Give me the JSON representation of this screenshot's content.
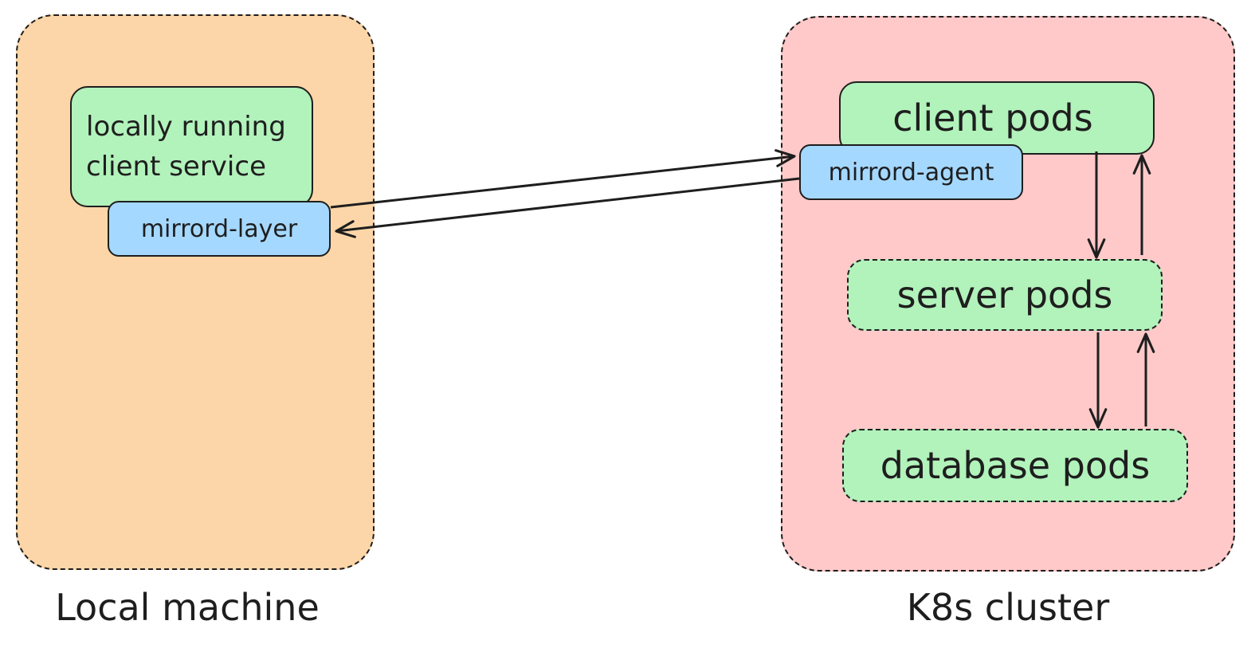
{
  "groups": {
    "local": {
      "caption": "Local machine",
      "nodes": {
        "client_service_line1": "locally running",
        "client_service_line2": "client service",
        "layer": "mirrord-layer"
      }
    },
    "k8s": {
      "caption": "K8s cluster",
      "nodes": {
        "client_pods": "client pods",
        "agent": "mirrord-agent",
        "server_pods": "server pods",
        "database_pods": "database pods"
      }
    }
  },
  "colors": {
    "local_group_fill": "#fcd6a8",
    "k8s_group_fill": "#ffc9c9",
    "service_node_fill": "#b2f2bb",
    "mirrord_node_fill": "#a5d8ff",
    "stroke": "#1e1e1e"
  }
}
